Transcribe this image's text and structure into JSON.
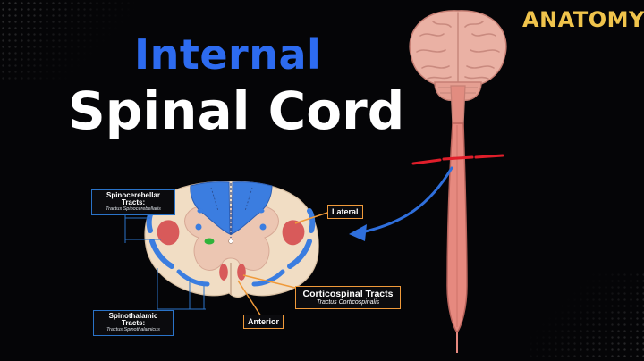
{
  "title": {
    "line1": "Internal",
    "line2": "Spinal Cord"
  },
  "badge": "ANATOMY",
  "labels": {
    "spinocerebellar": {
      "main": "Spinocerebellar Tracts:",
      "sub": "Tractus Spinocerebellaris"
    },
    "spinothalamic": {
      "main": "Spinothalamic Tracts:",
      "sub": "Tractus Spinothalamicus"
    },
    "lateral": "Lateral",
    "anterior": "Anterior",
    "corticospinal": {
      "main": "Corticospinal Tracts",
      "sub": "Tractus Corticospinalis"
    }
  },
  "colors": {
    "title_blue": "#2d6bf0",
    "badge_yellow": "#f0c44c",
    "cord_pink": "#e6897f",
    "white_matter": "#f1ddc4",
    "grey_matter": "#ecc6b2",
    "tract_blue": "#3b7de0",
    "tract_red": "#d85a5a",
    "callout_orange": "#f09a3a",
    "leader_blue": "#2a73c8",
    "arrow_blue": "#2f6fdc",
    "cut_red": "#e01e2a"
  }
}
